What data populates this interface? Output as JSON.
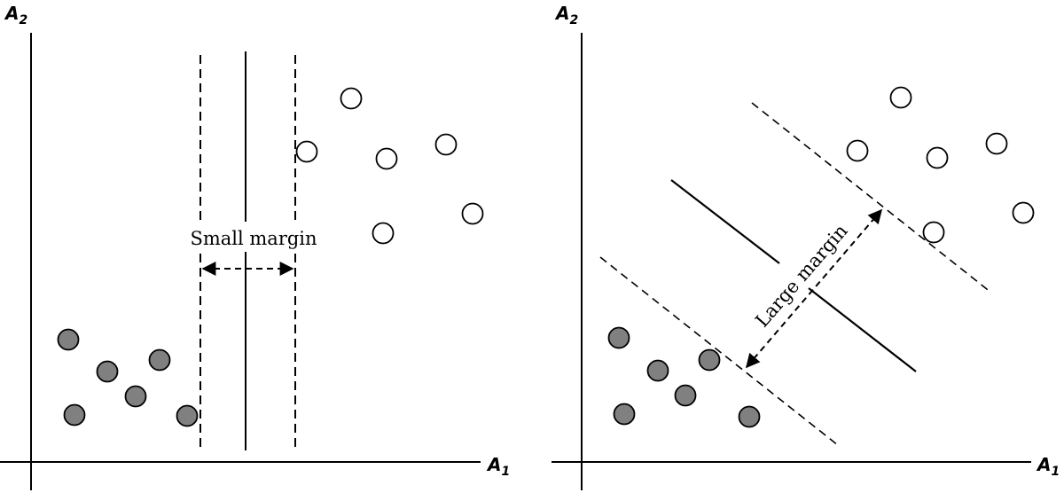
{
  "left_panel": {
    "y_axis_label": "A",
    "y_axis_sub": "2",
    "x_axis_label": "A",
    "x_axis_sub": "1",
    "margin_label": "Small margin"
  },
  "right_panel": {
    "y_axis_label": "A",
    "y_axis_sub": "2",
    "x_axis_label": "A",
    "x_axis_sub": "1",
    "margin_label": "Large margin"
  },
  "colors": {
    "filled_point": "#808080",
    "open_point": "#ffffff",
    "ink": "#000000"
  }
}
